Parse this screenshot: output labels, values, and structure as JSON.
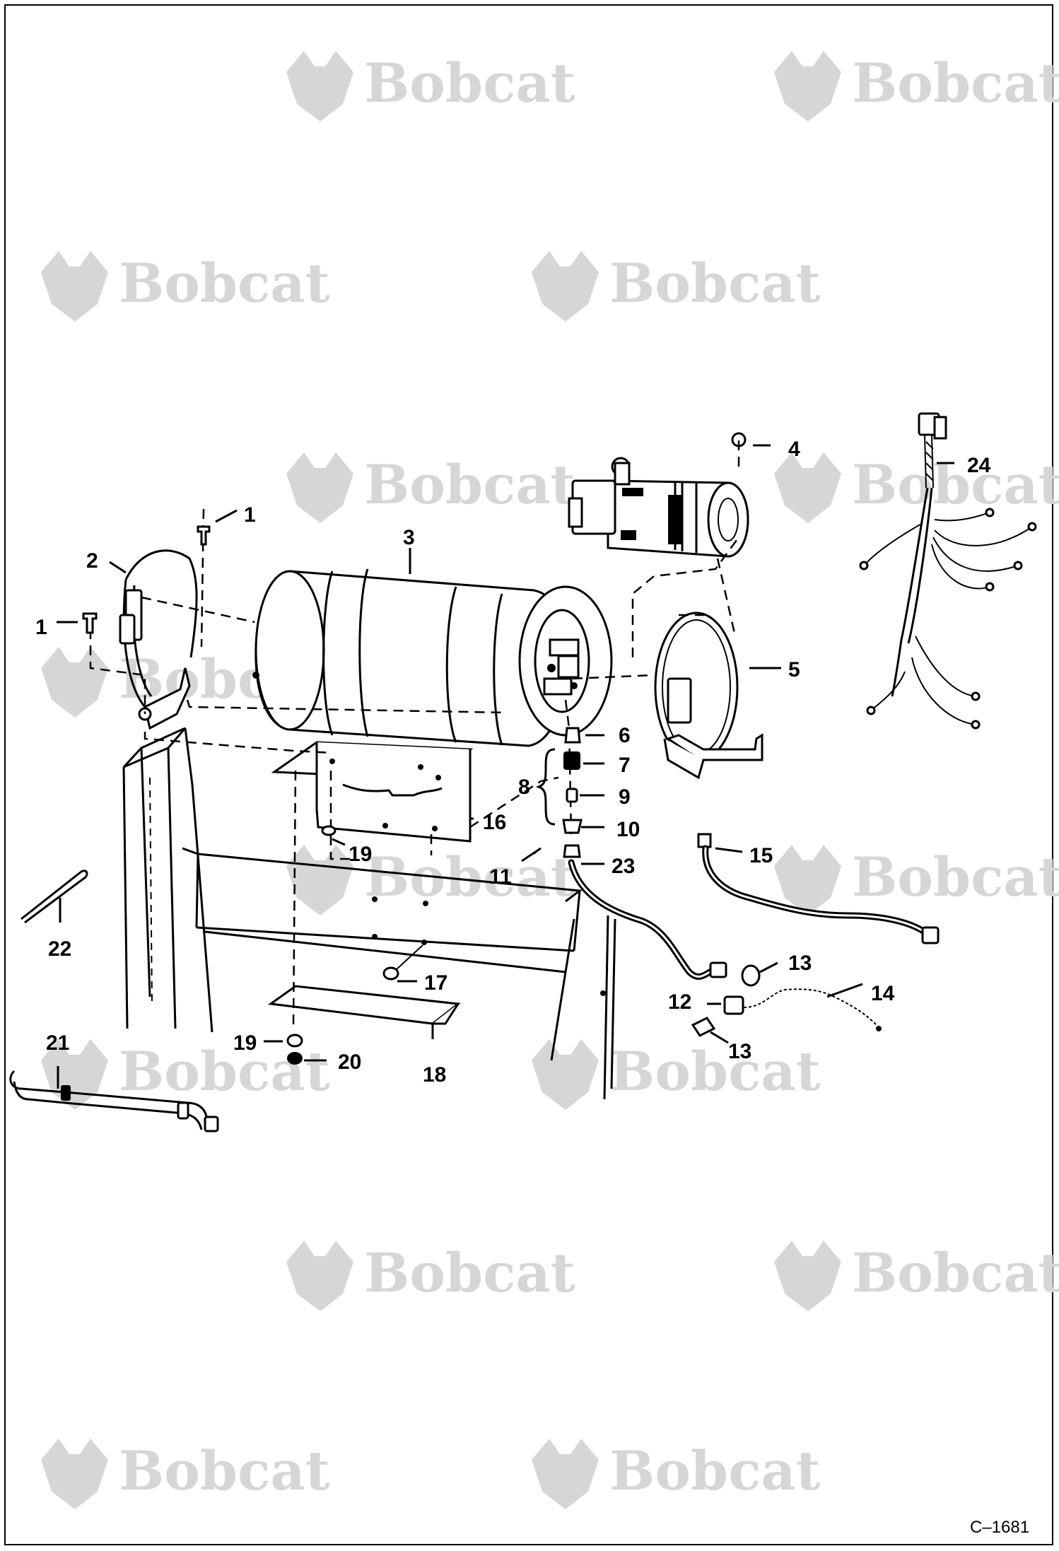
{
  "watermark": {
    "text": "Bobcat",
    "mark": "®"
  },
  "figure_code": "C–1681",
  "callouts": [
    {
      "id": "c1a",
      "text": "1"
    },
    {
      "id": "c1b",
      "text": "1"
    },
    {
      "id": "c2",
      "text": "2"
    },
    {
      "id": "c3",
      "text": "3"
    },
    {
      "id": "c4",
      "text": "4"
    },
    {
      "id": "c5",
      "text": "5"
    },
    {
      "id": "c6",
      "text": "6"
    },
    {
      "id": "c7",
      "text": "7"
    },
    {
      "id": "c8",
      "text": "8"
    },
    {
      "id": "c9",
      "text": "9"
    },
    {
      "id": "c10",
      "text": "10"
    },
    {
      "id": "c11",
      "text": "11"
    },
    {
      "id": "c12",
      "text": "12"
    },
    {
      "id": "c13a",
      "text": "13"
    },
    {
      "id": "c13b",
      "text": "13"
    },
    {
      "id": "c14",
      "text": "14"
    },
    {
      "id": "c15",
      "text": "15"
    },
    {
      "id": "c16",
      "text": "16"
    },
    {
      "id": "c17",
      "text": "17"
    },
    {
      "id": "c18",
      "text": "18"
    },
    {
      "id": "c19a",
      "text": "19"
    },
    {
      "id": "c19b",
      "text": "19"
    },
    {
      "id": "c20",
      "text": "20"
    },
    {
      "id": "c21",
      "text": "21"
    },
    {
      "id": "c22",
      "text": "22"
    },
    {
      "id": "c23",
      "text": "23"
    },
    {
      "id": "c24",
      "text": "24"
    }
  ]
}
